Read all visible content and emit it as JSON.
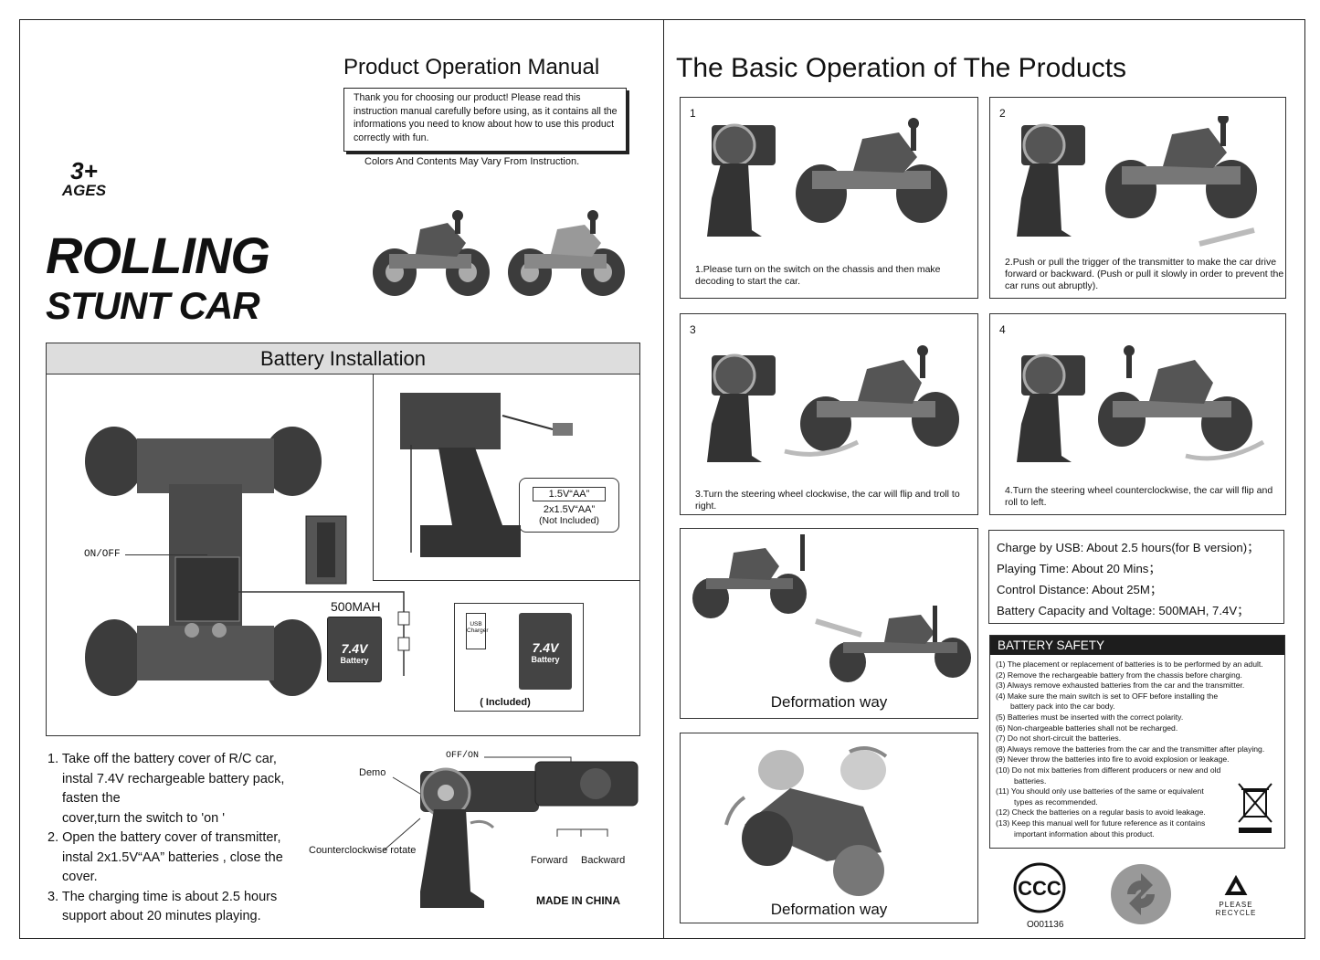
{
  "left": {
    "title": "Product Operation Manual",
    "intro": "Thank you for choosing our product! Please read this instruction manual carefully before using, as it contains all the informations you need to know about how to use this product correctly with fun.",
    "colors_note": "Colors And Contents May Vary From Instruction.",
    "age_number": "3+",
    "age_label": "AGES",
    "product_line1": "ROLLING",
    "product_line2": "STUNT CAR",
    "battery_header": "Battery Installation",
    "on_off": "ON/OFF",
    "battery_mah": "500MAH",
    "battery_voltage": "7.4V",
    "battery_word": "Battery",
    "aa_label": "1.5V“AA”",
    "aa_count": "2x1.5V“AA”",
    "aa_note": "(Not Included)",
    "usb_label": "USB Charger",
    "included": "( Included)",
    "instructions": [
      "1. Take off the battery cover of R/C car,",
      "instal 7.4V rechargeable battery pack,",
      "fasten the",
      "cover,turn the switch to 'on '",
      "2. Open the battery cover of transmitter,",
      "instal 2x1.5V“AA” batteries , close the",
      "cover.",
      "3. The charging time is about 2.5 hours",
      "support about 20 minutes playing."
    ],
    "tx_off_on": "OFF/ON",
    "tx_demo": "Demo",
    "tx_ccw": "Counterclockwise rotate",
    "tx_forward": "Forward",
    "tx_backward": "Backward",
    "made_in": "MADE IN CHINA"
  },
  "right": {
    "title": "The Basic Operation of The Products",
    "steps": [
      {
        "num": "1",
        "caption": "1.Please turn on the switch on the chassis and then make decoding to start the car."
      },
      {
        "num": "2",
        "caption": "2.Push or pull the trigger of the transmitter to make the car drive forward or backward. (Push or pull it slowly in order to prevent the car runs out abruptly)."
      },
      {
        "num": "3",
        "caption": "3.Turn the steering wheel clockwise, the car will flip and troll to right."
      },
      {
        "num": "4",
        "caption": "4.Turn the steering wheel counterclockwise, the car will flip and roll to left."
      }
    ],
    "deformation_1": "Deformation way",
    "deformation_2": "Deformation way",
    "specs": [
      "Charge by USB: About 2.5 hours(for B version)；",
      "Playing Time: About 20 Mins；",
      "Control Distance: About 25M；",
      "Battery Capacity and Voltage: 500MAH, 7.4V；"
    ],
    "safety_title": "BATTERY SAFETY",
    "safety_items": [
      "(1) The placement or replacement of batteries is to be performed by an adult.",
      "(2) Remove the rechargeable battery from the chassis before charging.",
      "(3) Always remove exhausted batteries from the car and the transmitter.",
      "(4) Make sure the main switch is set to OFF before installing the",
      "battery pack into the car body.",
      "(5) Batteries must be inserted with the correct polarity.",
      "(6) Non-chargeable batteries shall not be recharged.",
      "(7) Do not short-circuit the batteries.",
      "(8) Always remove the batteries from the car and the transmitter after playing.",
      "(9) Never throw the batteries into fire to avoid explosion or leakage.",
      "(10) Do not mix batteries from different producers or new and old",
      "batteries.",
      "(11) You should only use batteries of the same or equivalent",
      "types as recommended.",
      "(12) Check the batteries on a regular basis to avoid leakage.",
      "(13) Keep this manual well for future reference as it contains",
      "important information about this product."
    ],
    "cert_code": "O001136",
    "recycle_text": "PLEASE RECYCLE"
  }
}
